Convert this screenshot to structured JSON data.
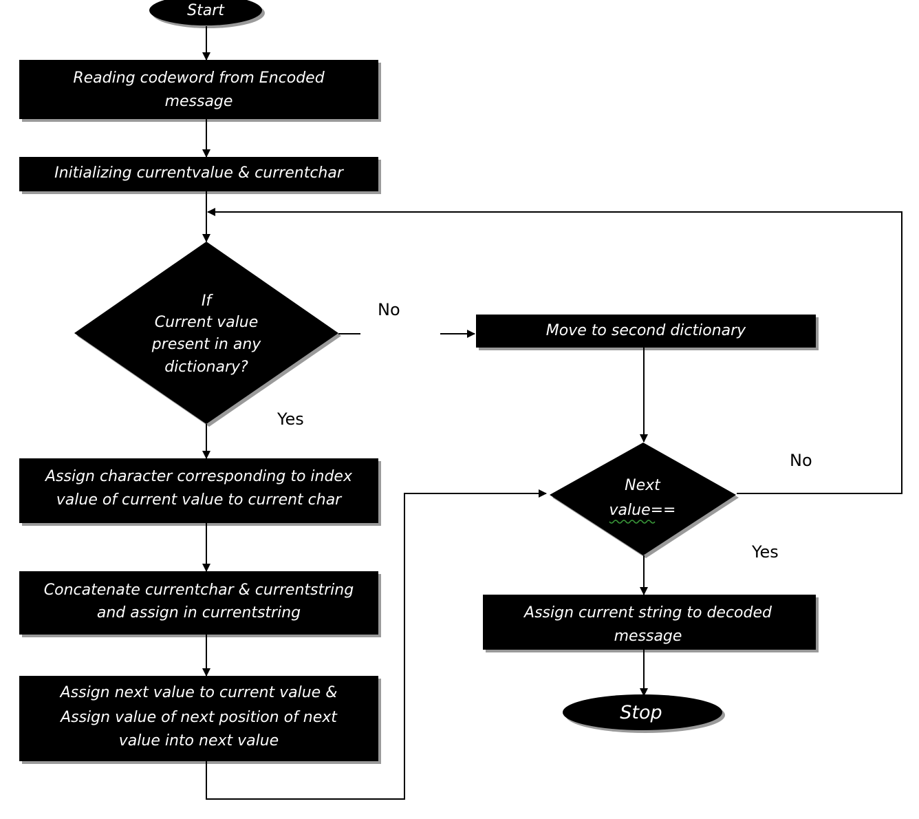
{
  "nodes": {
    "start": "Start",
    "read_codeword": [
      "Reading codeword from Encoded",
      "message"
    ],
    "init": "Initializing currentvalue & currentchar",
    "decision_present": [
      "If",
      "Current value",
      "present in any",
      "dictionary?"
    ],
    "move_second": "Move to second dictionary",
    "decision_next": [
      "Next",
      "value=="
    ],
    "assign_char": [
      "Assign character corresponding to index",
      "value of current value to current char"
    ],
    "concat": [
      "Concatenate currentchar & currentstring",
      "and assign in currentstring"
    ],
    "assign_next": [
      "Assign next value to current value &",
      "Assign value of next position of next",
      "value into next value"
    ],
    "assign_decoded": [
      "Assign current string to decoded",
      "message"
    ],
    "stop": "Stop"
  },
  "edge_labels": {
    "present_no": "No",
    "present_yes": "Yes",
    "next_no": "No",
    "next_yes": "Yes"
  },
  "colors": {
    "node_fill": "#000000",
    "node_text": "#ffffff",
    "shadow": "#9a9a9a",
    "line": "#000000"
  }
}
